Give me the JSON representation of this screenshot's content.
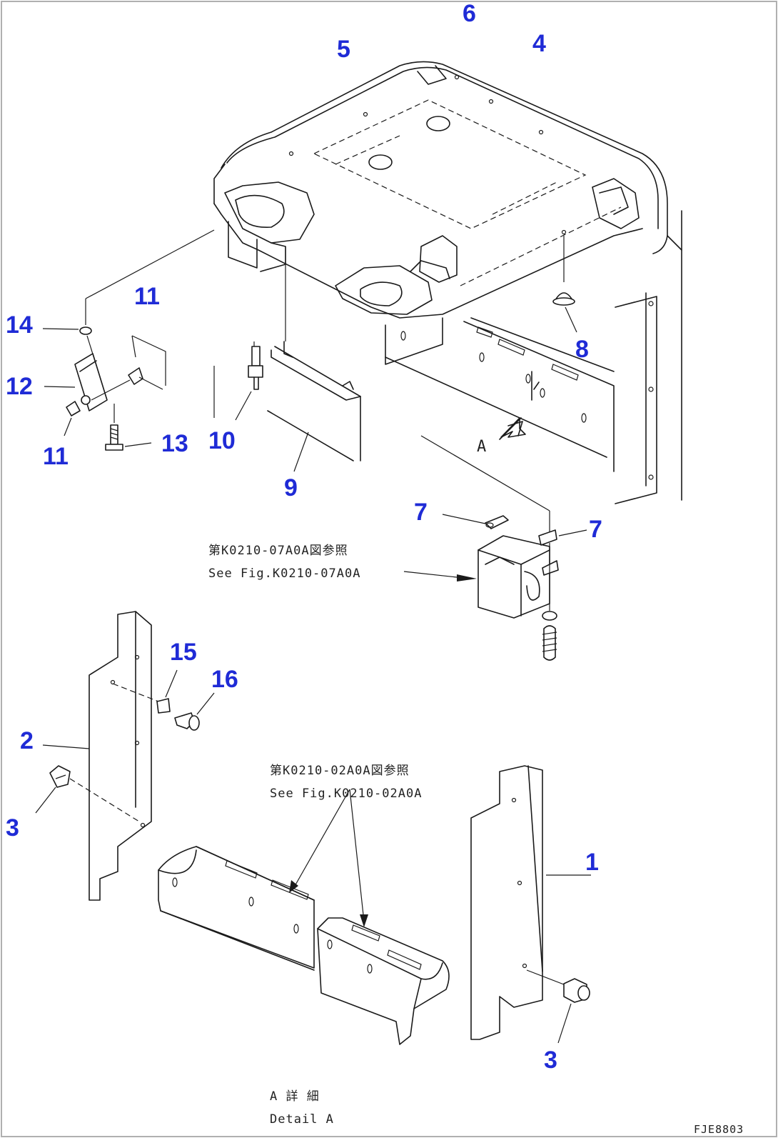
{
  "diagram": {
    "callouts": {
      "c1": "1",
      "c2": "2",
      "c3a": "3",
      "c3b": "3",
      "c4": "4",
      "c5": "5",
      "c6": "6",
      "c7a": "7",
      "c7b": "7",
      "c8": "8",
      "c9": "9",
      "c10": "10",
      "c11a": "11",
      "c11b": "11",
      "c12": "12",
      "c13": "13",
      "c14": "14",
      "c15": "15",
      "c16": "16"
    },
    "notes": {
      "ref07_jp": "第K0210-07A0A図参照",
      "ref07_en": "See Fig.K0210-07A0A",
      "ref02_jp": "第K0210-02A0A図参照",
      "ref02_en": "See Fig.K0210-02A0A",
      "view_a": "A",
      "detail_jp": "A 詳 細",
      "detail_en": "Detail A",
      "code": "FJE8803"
    },
    "frame_color": "#b0b0b0",
    "callout_color": "#1f2bd6"
  }
}
